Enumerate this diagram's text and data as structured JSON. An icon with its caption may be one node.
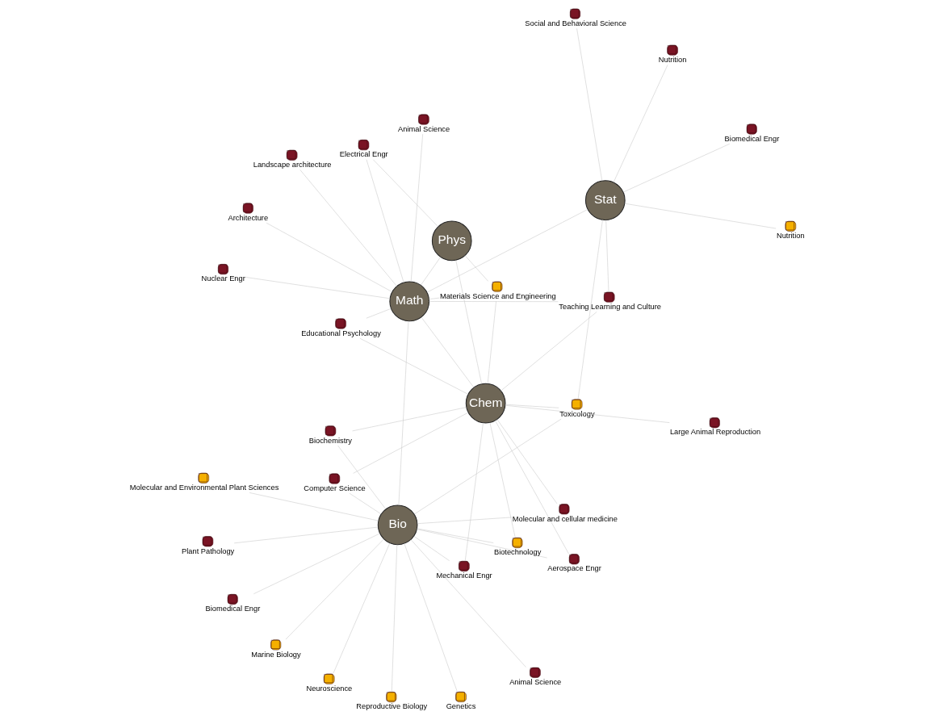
{
  "diagram": {
    "nodes": [
      {
        "text": [
          "Marine Biology"
        ]
      },
      {
        "text": [
          "Aerospace Engr"
        ]
      },
      {
        "text": [
          "Mechanical Engr"
        ]
      },
      {
        "text": [
          "Biochemistry"
        ]
      },
      {
        "text": [
          "Animal Science"
        ]
      },
      {
        "text": [
          "Plant Pathology"
        ]
      },
      {
        "text": [
          "Computer Science"
        ]
      },
      {
        "text": [
          "Genetics"
        ]
      },
      {
        "text": [
          "Neuroscience"
        ]
      },
      {
        "text": [
          "Biotechnology"
        ]
      },
      {
        "text": [
          "Bio"
        ]
      },
      {
        "text": [
          "Biomedical Engr"
        ]
      },
      {
        "text": [
          "Large Animal Reproduction"
        ]
      },
      {
        "text": [
          "Molecular and cellular medicine"
        ]
      },
      {
        "text": [
          "Chem"
        ]
      },
      {
        "text": [
          "Teaching Learning and Culture"
        ]
      },
      {
        "text": [
          "Reproductive Biology"
        ]
      },
      {
        "text": [
          "Molecular and Environmental Plant Sciences"
        ]
      },
      {
        "text": [
          "Architecture"
        ]
      },
      {
        "text": [
          "Educational Psychology"
        ]
      },
      {
        "text": [
          "Landscape architecture"
        ]
      },
      {
        "text": [
          "Math"
        ]
      },
      {
        "text": [
          "Animal Science"
        ]
      },
      {
        "text": [
          "Phys"
        ]
      },
      {
        "text": [
          "Electrical Engr"
        ]
      },
      {
        "text": [
          "Toxicology"
        ]
      },
      {
        "text": [
          "Materials Science and Engineering"
        ]
      },
      {
        "text": [
          "Stat"
        ]
      },
      {
        "text": [
          "Nuclear Engr"
        ]
      },
      {
        "text": [
          "Nutrition"
        ]
      },
      {
        "text": [
          "Nutrition"
        ]
      },
      {
        "text": [
          "Biomedical Engr"
        ]
      },
      {
        "text": [
          "Social and Behavioral Science"
        ]
      }
    ],
    "edges": [
      {
        "from": 0,
        "to": 10,
        "arrow": "none"
      },
      {
        "from": 4,
        "to": 10,
        "arrow": "none"
      },
      {
        "from": 5,
        "to": 10,
        "arrow": "none"
      },
      {
        "from": 1,
        "to": 10,
        "arrow": "none"
      },
      {
        "from": 1,
        "to": 14,
        "arrow": "none"
      },
      {
        "from": 2,
        "to": 10,
        "arrow": "none"
      },
      {
        "from": 2,
        "to": 14,
        "arrow": "none"
      },
      {
        "from": 3,
        "to": 10,
        "arrow": "none"
      },
      {
        "from": 3,
        "to": 14,
        "arrow": "none"
      },
      {
        "from": 6,
        "to": 10,
        "arrow": "none"
      },
      {
        "from": 6,
        "to": 14,
        "arrow": "none"
      },
      {
        "from": 7,
        "to": 10,
        "arrow": "none"
      },
      {
        "from": 8,
        "to": 10,
        "arrow": "none"
      },
      {
        "from": 9,
        "to": 10,
        "arrow": "none"
      },
      {
        "from": 9,
        "to": 14,
        "arrow": "none"
      },
      {
        "from": 11,
        "to": 10,
        "arrow": "none"
      },
      {
        "from": 13,
        "to": 10,
        "arrow": "none"
      },
      {
        "from": 13,
        "to": 14,
        "arrow": "none"
      },
      {
        "from": 17,
        "to": 10,
        "arrow": "none"
      },
      {
        "from": 16,
        "to": 10,
        "arrow": "none"
      },
      {
        "from": 10,
        "to": 21,
        "arrow": "none"
      },
      {
        "from": 10,
        "to": 25,
        "arrow": "none"
      },
      {
        "from": 12,
        "to": 14,
        "arrow": "none"
      },
      {
        "from": 15,
        "to": 14,
        "arrow": "none"
      },
      {
        "from": 15,
        "to": 21,
        "arrow": "none"
      },
      {
        "from": 15,
        "to": 27,
        "arrow": "none"
      },
      {
        "from": 19,
        "to": 14,
        "arrow": "none"
      },
      {
        "from": 19,
        "to": 21,
        "arrow": "none"
      },
      {
        "from": 14,
        "to": 21,
        "arrow": "none"
      },
      {
        "from": 14,
        "to": 25,
        "arrow": "none"
      },
      {
        "from": 14,
        "to": 26,
        "arrow": "none"
      },
      {
        "from": 14,
        "to": 23,
        "arrow": "none"
      },
      {
        "from": 18,
        "to": 21,
        "arrow": "none"
      },
      {
        "from": 20,
        "to": 21,
        "arrow": "none"
      },
      {
        "from": 22,
        "to": 21,
        "arrow": "none"
      },
      {
        "from": 24,
        "to": 21,
        "arrow": "none"
      },
      {
        "from": 28,
        "to": 21,
        "arrow": "none"
      },
      {
        "from": 21,
        "to": 23,
        "arrow": "none"
      },
      {
        "from": 21,
        "to": 26,
        "arrow": "none"
      },
      {
        "from": 21,
        "to": 27,
        "arrow": "none"
      },
      {
        "from": 24,
        "to": 23,
        "arrow": "none"
      },
      {
        "from": 26,
        "to": 23,
        "arrow": "none"
      },
      {
        "from": 25,
        "to": 27,
        "arrow": "none"
      },
      {
        "from": 29,
        "to": 27,
        "arrow": "none"
      },
      {
        "from": 30,
        "to": 27,
        "arrow": "none"
      },
      {
        "from": 31,
        "to": 27,
        "arrow": "none"
      },
      {
        "from": 32,
        "to": 27,
        "arrow": "none"
      }
    ]
  }
}
